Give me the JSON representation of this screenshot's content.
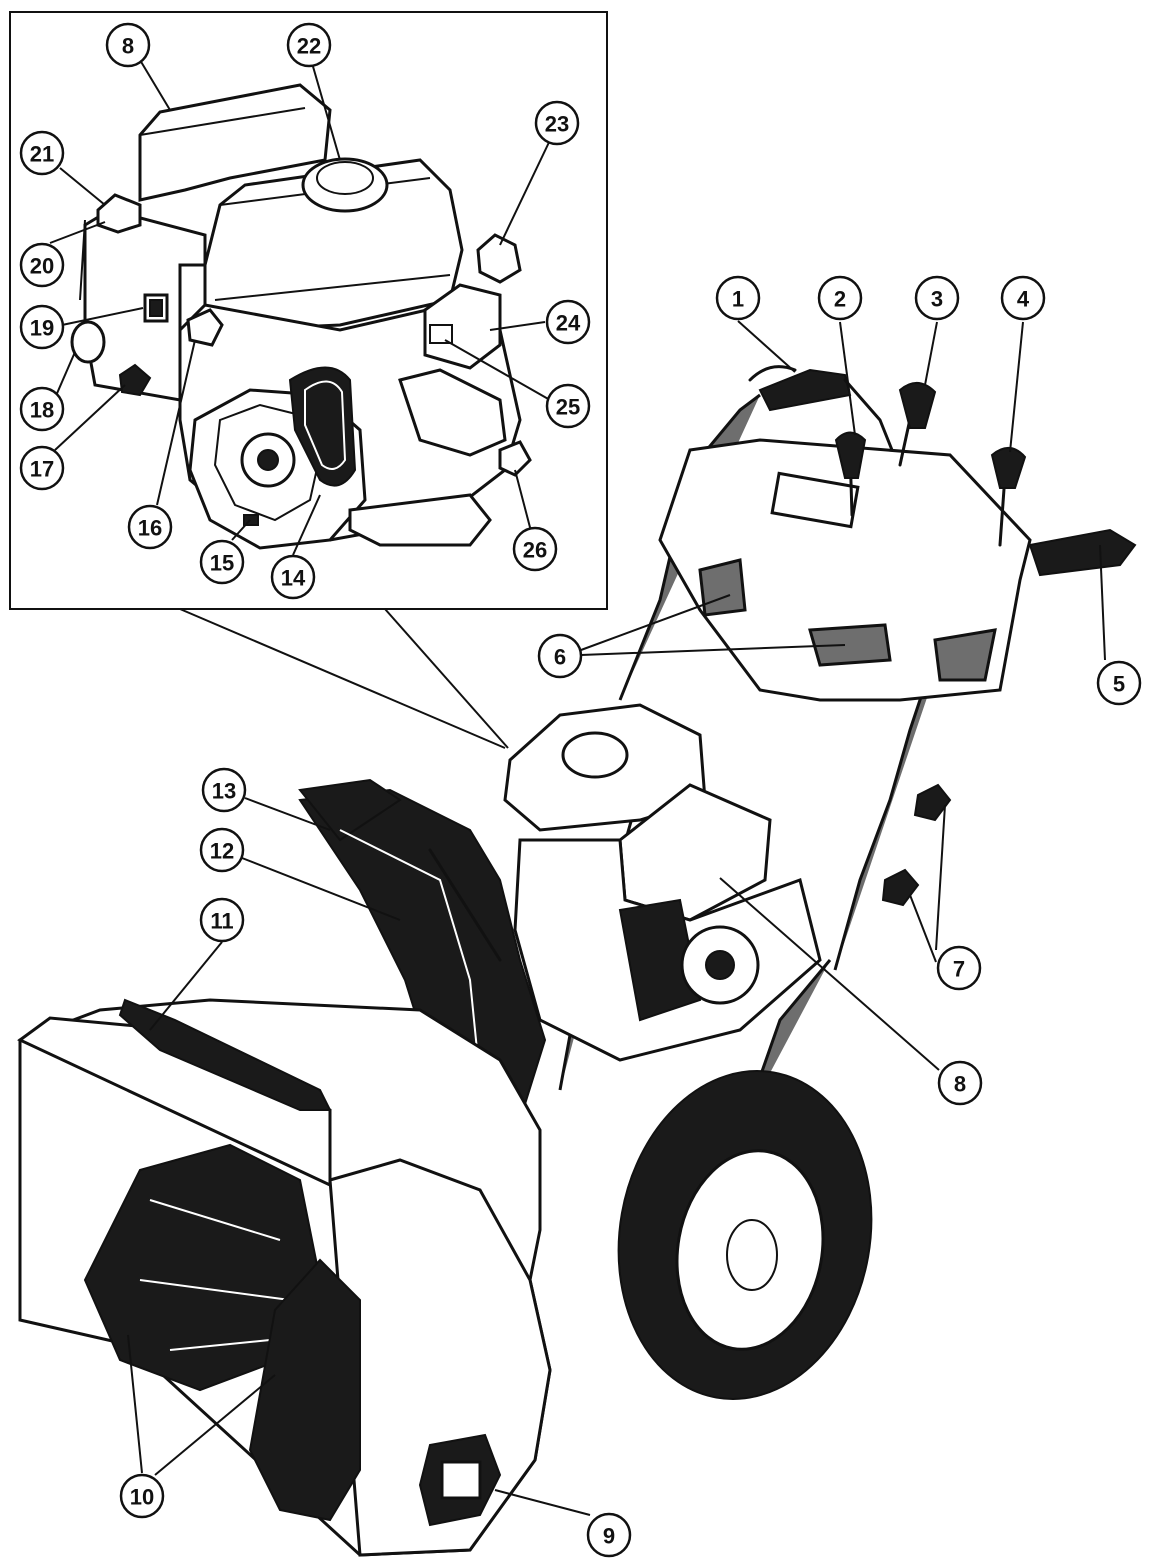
{
  "callouts": [
    {
      "id": "c1",
      "label": "1"
    },
    {
      "id": "c2",
      "label": "2"
    },
    {
      "id": "c3",
      "label": "3"
    },
    {
      "id": "c4",
      "label": "4"
    },
    {
      "id": "c5",
      "label": "5"
    },
    {
      "id": "c6",
      "label": "6"
    },
    {
      "id": "c7",
      "label": "7"
    },
    {
      "id": "c8a",
      "label": "8"
    },
    {
      "id": "c8b",
      "label": "8"
    },
    {
      "id": "c9",
      "label": "9"
    },
    {
      "id": "c10",
      "label": "10"
    },
    {
      "id": "c11",
      "label": "11"
    },
    {
      "id": "c12",
      "label": "12"
    },
    {
      "id": "c13",
      "label": "13"
    },
    {
      "id": "c14",
      "label": "14"
    },
    {
      "id": "c15",
      "label": "15"
    },
    {
      "id": "c16",
      "label": "16"
    },
    {
      "id": "c17",
      "label": "17"
    },
    {
      "id": "c18",
      "label": "18"
    },
    {
      "id": "c19",
      "label": "19"
    },
    {
      "id": "c20",
      "label": "20"
    },
    {
      "id": "c21",
      "label": "21"
    },
    {
      "id": "c22",
      "label": "22"
    },
    {
      "id": "c23",
      "label": "23"
    },
    {
      "id": "c24",
      "label": "24"
    },
    {
      "id": "c25",
      "label": "25"
    },
    {
      "id": "c26",
      "label": "26"
    }
  ]
}
